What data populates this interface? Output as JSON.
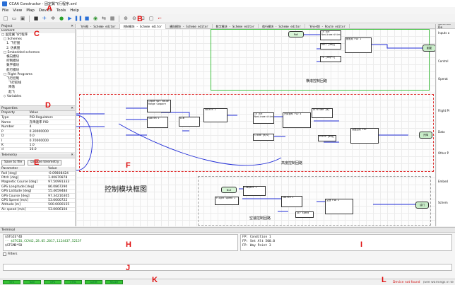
{
  "window": {
    "title": "CCAA Constructor - 固定翼飞行程序.xml"
  },
  "menu": [
    "File",
    "View",
    "Map",
    "Device",
    "Tools",
    "Help"
  ],
  "markers": {
    "A": "A",
    "B": "B",
    "C": "C",
    "D": "D",
    "E": "E",
    "F": "F",
    "H": "H",
    "I": "I",
    "J": "J",
    "K": "K",
    "L": "L"
  },
  "project": {
    "header": "Project",
    "root": "Element",
    "tree": [
      "□ 固定翼飞行程序",
      "  □ Schemes",
      "     1. 飞行图",
      "     2. 仿真图",
      "  □ Embedded schemes",
      "     横向模块",
      "     控制模块",
      "     数字模块",
      "     航行模块",
      "  □ Flight Programs",
      "     飞行控制",
      "       飞行航线",
      "       降落",
      "       起飞",
      "  ◇ Variables"
    ]
  },
  "properties": {
    "header": "Properties",
    "col_property": "Property",
    "col_value": "Value",
    "rows": [
      {
        "name": "Type",
        "value": "PID-Regulators"
      },
      {
        "name": "Name",
        "value": "升降速率 PID"
      },
      {
        "name": "Number",
        "value": "4"
      },
      {
        "name": "P",
        "value": "0.30000000"
      },
      {
        "name": "D",
        "value": "0.0"
      },
      {
        "name": "I",
        "value": "0.70000000"
      },
      {
        "name": "K",
        "value": "1.0"
      },
      {
        "name": "d",
        "value": "10.0"
      }
    ]
  },
  "telemetry": {
    "header": "Telemetry",
    "save_btn": "Save to file",
    "disable_btn": "Disable telemetry",
    "col_param": "Parameter",
    "col_value": "Value",
    "rows": [
      {
        "name": "Roll [deg]",
        "value": "-0.09808424"
      },
      {
        "name": "Pitch [deg]",
        "value": "1.40870878"
      },
      {
        "name": "Magnetic Course [deg]",
        "value": "97.50991333"
      },
      {
        "name": "GPS Longitude [deg]",
        "value": "86.0867290"
      },
      {
        "name": "GPS Latitude [deg]",
        "value": "55.4659484"
      },
      {
        "name": "GPS Course [deg]",
        "value": "97.34216305"
      },
      {
        "name": "GPS Speed [m/s]",
        "value": "53.0000722"
      },
      {
        "name": "Altitude [m]",
        "value": "500.0000155"
      },
      {
        "name": "Air speed [m/s]",
        "value": "53.0006104"
      }
    ]
  },
  "tabs": [
    {
      "label": "飞行图 - Scheme editor",
      "active": false
    },
    {
      "label": "控制模块 - Scheme editor",
      "active": true
    },
    {
      "label": "横向模块 - Scheme editor",
      "active": false
    },
    {
      "label": "数字模块 - Scheme editor",
      "active": false
    },
    {
      "label": "航行模块 - Scheme editor",
      "active": false
    },
    {
      "label": "飞行计划 - Route editor",
      "active": false
    }
  ],
  "scheme": {
    "group_lateral": "横滚控制回路",
    "group_altitude": "高度控制回路",
    "group_speed": "空速控制回路",
    "big_title": "控制模块框图",
    "blocks": {
      "roll": "Roll",
      "roll_deg": "Roll [deg]",
      "yaw_deg": "Yw [deg*s]",
      "pid_ttt1": "横滚角 PID 1",
      "nonlin": "In Out NonLinearities",
      "aileron": "副翼",
      "input_a": "Input Out Value Range Compare",
      "switch_1": "Switch 1",
      "lim_1": "Lim",
      "pitch_pid": "升降速率 PID 4",
      "nonlin2": "In Out NonLinearities",
      "pitch_deg": "Pitch [deg]",
      "climb": "Climb [m/s]",
      "altitude": "Altitude [m]",
      "pid_alt": "高度控制 PID",
      "elevator": "升降",
      "speed_in": "Flight Speed 1",
      "null_a": "Null",
      "compare": "Compare 1",
      "switch_2": "Switch 1",
      "air_speed": "Air speed",
      "speed_pid": "空速 PID 1",
      "throttle": "油门"
    }
  },
  "right_panel": {
    "header": "Scheme De",
    "items": [
      "Inputs a",
      "Control",
      "Operat",
      "Flight Pr",
      "Data",
      "Other P",
      "Embed",
      "Schem"
    ]
  },
  "terminal": {
    "header": "Terminal",
    "log_lines": [
      "$STGIE*4D",
      "-- $STGIO,CCA42,28.05.2017,1124437,5215F",
      "$STSMD*5D"
    ],
    "fp_lines": [
      "FP: Condition 1",
      "FP: Set Alt 500.0",
      "FP: Way Point 3"
    ],
    "filters_label": "Filters",
    "input_value": ""
  },
  "statusbar": {
    "leds": [
      "SYS",
      "NAV",
      "GPS",
      "CTRL",
      "ALTIM",
      "READY"
    ],
    "device_status": "Device not found",
    "device_hint": "(See warnings in te"
  },
  "colors": {
    "group_lateral": "#3cbf3c",
    "group_altitude": "#e03030",
    "group_speed": "#a0a0a0",
    "wire": "#1f2bd6",
    "led": "#35c235",
    "status_red": "#d01010"
  }
}
